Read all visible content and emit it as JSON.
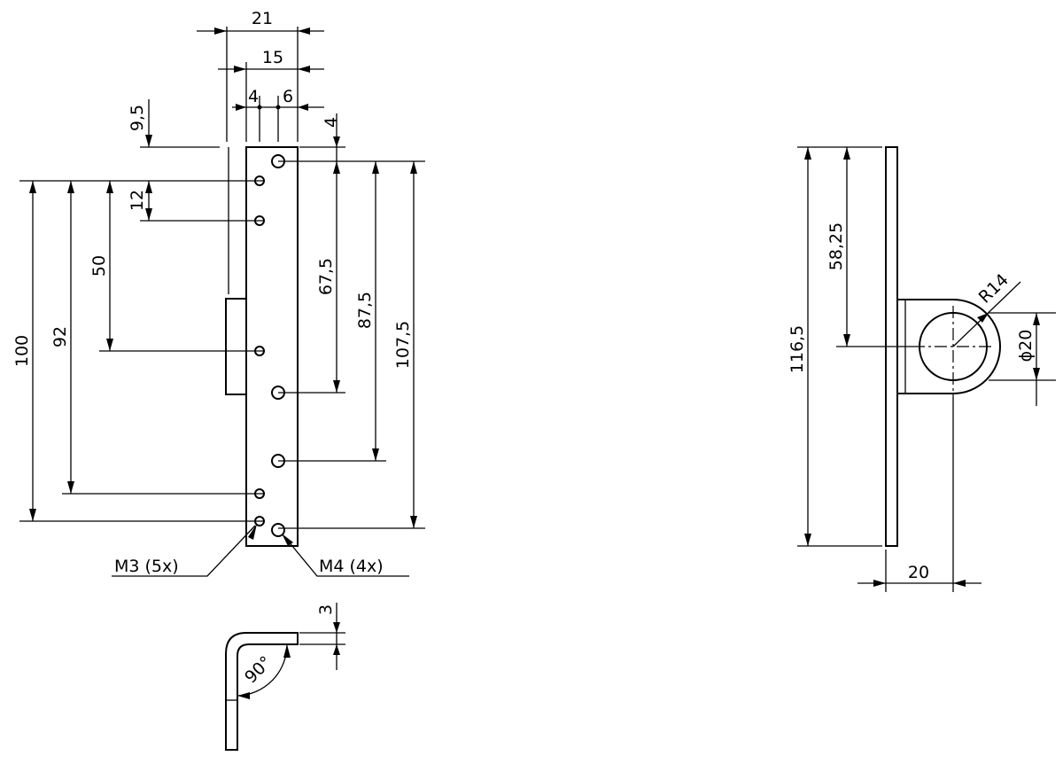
{
  "front_view": {
    "dim_width_21": "21",
    "dim_width_15": "15",
    "dim_offset_4": "4",
    "dim_offset_6": "6",
    "dim_top_4": "4",
    "dim_9_5": "9,5",
    "dim_12": "12",
    "dim_50": "50",
    "dim_67_5": "67,5",
    "dim_87_5": "87,5",
    "dim_107_5": "107,5",
    "dim_92": "92",
    "dim_100": "100",
    "label_m3": "M3 (5x)",
    "label_m4": "M4 (4x)"
  },
  "bend_view": {
    "dim_thickness_3": "3",
    "angle_90": "90°"
  },
  "side_view": {
    "dim_116_5": "116,5",
    "dim_58_25": "58,25",
    "dim_r14": "R14",
    "dim_d20": "ϕ20",
    "dim_20": "20"
  },
  "colors": {
    "line": "#000000",
    "background": "#ffffff"
  }
}
